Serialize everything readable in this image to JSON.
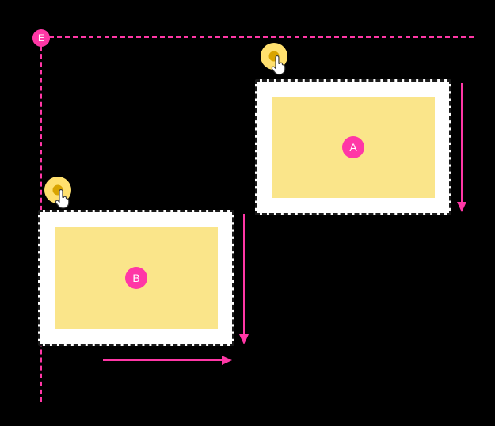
{
  "diagram": {
    "origin_marker": {
      "label": "E"
    },
    "boxes": [
      {
        "id": "A",
        "label": "A"
      },
      {
        "id": "B",
        "label": "B"
      }
    ],
    "touch_points": [
      {
        "target": "A",
        "icon": "hand-cursor-icon"
      },
      {
        "target": "B",
        "icon": "hand-cursor-icon"
      }
    ],
    "arrows": [
      {
        "name": "box-a-down-arrow",
        "direction": "down"
      },
      {
        "name": "box-b-down-arrow",
        "direction": "down"
      },
      {
        "name": "box-b-right-arrow",
        "direction": "right"
      }
    ],
    "guides": [
      {
        "name": "horizontal-guide",
        "style": "dashed"
      },
      {
        "name": "vertical-guide",
        "style": "dashed"
      }
    ],
    "colors": {
      "background": "#000000",
      "accent_pink": "#ff37a6",
      "box_frame": "#ffffff",
      "box_fill": "#fae58a",
      "sketch_border": "#1a1a1a",
      "touch_outer": "#ffe06e",
      "touch_inner": "#d9a400"
    }
  }
}
